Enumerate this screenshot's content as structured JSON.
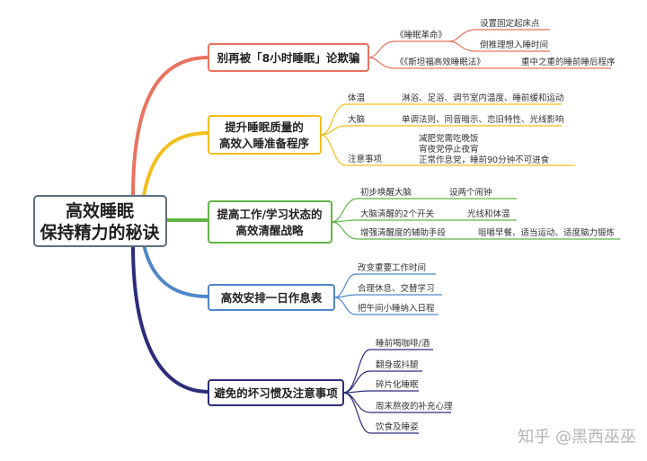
{
  "root": {
    "line1": "高效睡眠",
    "line2": "保持精力的秘诀"
  },
  "branches": [
    {
      "label": "别再被「8小时睡眠」论欺骗",
      "color": "#e8735e",
      "books": [
        {
          "title": "《睡眠革命》",
          "points": [
            "设置固定起床点",
            "倒推理想入睡时间"
          ]
        },
        {
          "title": "《《斯坦福高效睡眠法》",
          "points": [
            "重中之重的睡前睡后程序"
          ]
        }
      ]
    },
    {
      "label_line1": "提升睡眠质量的",
      "label_line2": "高效入睡准备程序",
      "color": "#f2be1c",
      "items": [
        {
          "key": "体温",
          "detail": "淋浴、足浴、调节室内温度、睡前缓和运动"
        },
        {
          "key": "大脑",
          "detail": "单调法则、同音暗示、恋旧特性、光线影响"
        },
        {
          "key": "注意事项",
          "details": [
            "减肥党需吃晚饭",
            "宵夜党停止夜宵",
            "正常作息党，睡前90分钟不可进食"
          ]
        }
      ]
    },
    {
      "label_line1": "提高工作/学习状态的",
      "label_line2": "高效清醒战略",
      "color": "#5fb546",
      "items": [
        {
          "key": "初步唤醒大脑",
          "detail": "设两个闹钟"
        },
        {
          "key": "大脑清醒的2个开关",
          "detail": "光线和体温"
        },
        {
          "key": "增强清醒度的辅助手段",
          "detail": "咀嚼早餐、适当运动、适度脑力锻炼"
        }
      ]
    },
    {
      "label": "高效安排一日作息表",
      "color": "#4d87c7",
      "items": [
        "改变重要工作时间",
        "合理休息、交替学习",
        "把午间小睡纳入日程"
      ]
    },
    {
      "label": "避免的坏习惯及注意事项",
      "color": "#2d2c7c",
      "items": [
        "睡前喝咖啡/酒",
        "翻身或抖腿",
        "碎片化睡眠",
        "周末熬夜的补充心理",
        "饮食及睡姿"
      ]
    }
  ],
  "watermark": "知乎 @黑西巫巫"
}
